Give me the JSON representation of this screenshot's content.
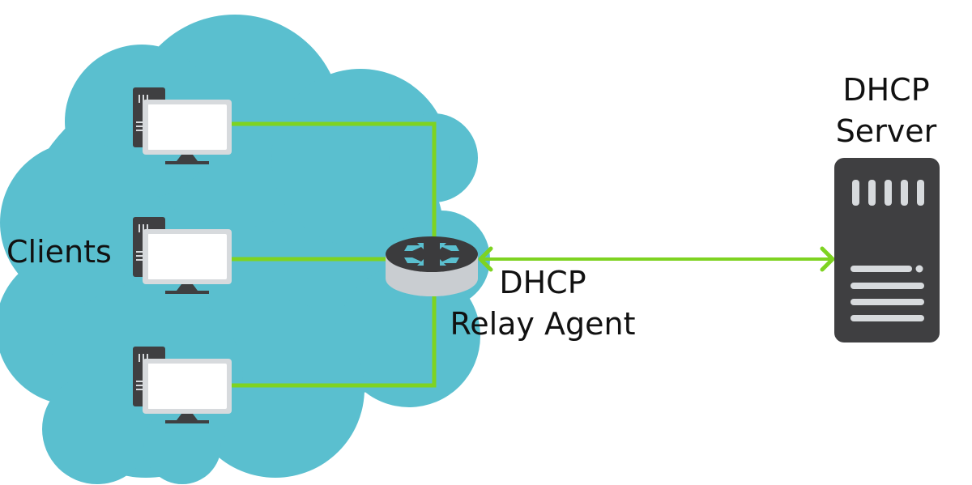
{
  "labels": {
    "clients": "Clients",
    "relay_line1": "DHCP",
    "relay_line2": "Relay Agent",
    "server_line1": "DHCP",
    "server_line2": "Server"
  },
  "colors": {
    "cloud": "#5abfcf",
    "link": "#7ed321",
    "router_top": "#3b3b3d",
    "router_base": "#c9cdd1",
    "router_arrows": "#5abfcf",
    "server_body": "#3f3f41",
    "server_detail": "#d7dadd",
    "monitor_frame": "#d7dadd",
    "monitor_screen": "#ffffff",
    "tower": "#3f3f41"
  },
  "nodes": {
    "clients": [
      "client-pc-1",
      "client-pc-2",
      "client-pc-3"
    ],
    "relay": "relay-agent-router",
    "server": "dhcp-server"
  },
  "links": [
    {
      "from": "client-pc-1",
      "to": "relay-agent-router",
      "style": "solid"
    },
    {
      "from": "client-pc-2",
      "to": "relay-agent-router",
      "style": "solid"
    },
    {
      "from": "client-pc-3",
      "to": "relay-agent-router",
      "style": "solid"
    },
    {
      "from": "relay-agent-router",
      "to": "dhcp-server",
      "style": "bidirectional-arrow"
    }
  ]
}
